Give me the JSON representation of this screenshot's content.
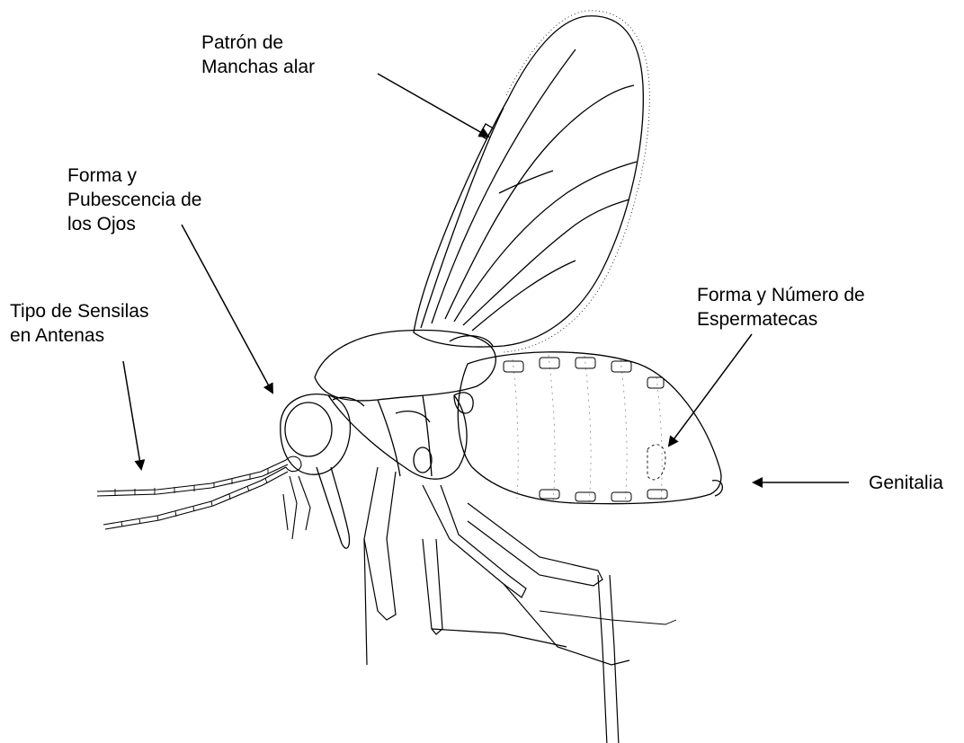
{
  "labels": {
    "wing_pattern": {
      "line1": "Patrón de",
      "line2": "Manchas alar"
    },
    "eyes": {
      "line1": "Forma y",
      "line2": "Pubescencia de",
      "line3": "los Ojos"
    },
    "antennae": {
      "line1": "Tipo de Sensilas",
      "line2": "en Antenas"
    },
    "spermathecae": {
      "line1": "Forma y Número de",
      "line2": "Espermatecas"
    },
    "genitalia": {
      "line1": "Genitalia"
    }
  },
  "colors": {
    "ink": "#000000",
    "background": "#ffffff",
    "stipple": "#bdbdbd"
  }
}
